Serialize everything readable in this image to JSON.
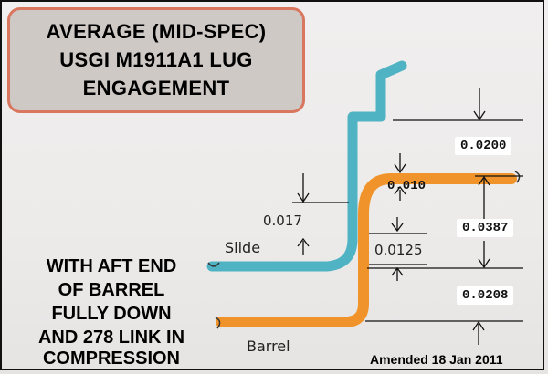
{
  "title": [
    "AVERAGE (MID-SPEC)",
    "USGI M1911A1 LUG",
    "ENGAGEMENT"
  ],
  "condition_note": [
    "WITH AFT END",
    "OF BARREL",
    "FULLY DOWN",
    "AND 278 LINK IN",
    "COMPRESSION"
  ],
  "labels": {
    "slide": "Slide",
    "barrel": "Barrel"
  },
  "measurements": {
    "m0200": "0.0200",
    "m010": "0.010",
    "m0387": "0.0387",
    "m017": "0.017",
    "m0125": "0.0125",
    "m0208": "0.0208"
  },
  "amended": "Amended 18 Jan 2011",
  "colors": {
    "slide": "#4fb3c4",
    "barrel": "#f0932a",
    "title_border": "#d9765f"
  }
}
